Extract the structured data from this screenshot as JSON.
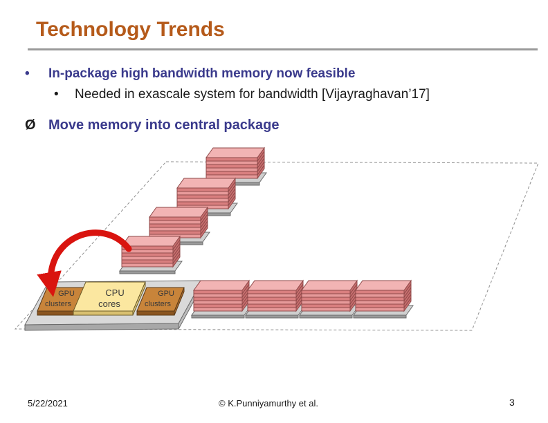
{
  "slide": {
    "title": "Technology Trends",
    "bullets": [
      {
        "mark": "•",
        "text": "In-package high bandwidth memory now feasible"
      },
      {
        "mark": "•",
        "text": "Needed in exascale system for bandwidth [Vijayraghavan’17]"
      },
      {
        "mark": "Ø",
        "text": "Move memory into central package"
      }
    ],
    "diagram": {
      "gpu_left_line1": "GPU",
      "gpu_left_line2": "clusters",
      "cpu_line1": "CPU",
      "cpu_line2": "cores",
      "gpu_right_line1": "GPU",
      "gpu_right_line2": "clusters"
    },
    "footer": {
      "date": "5/22/2021",
      "author": "© K.Punniyamurthy et al.",
      "page": "3"
    }
  }
}
